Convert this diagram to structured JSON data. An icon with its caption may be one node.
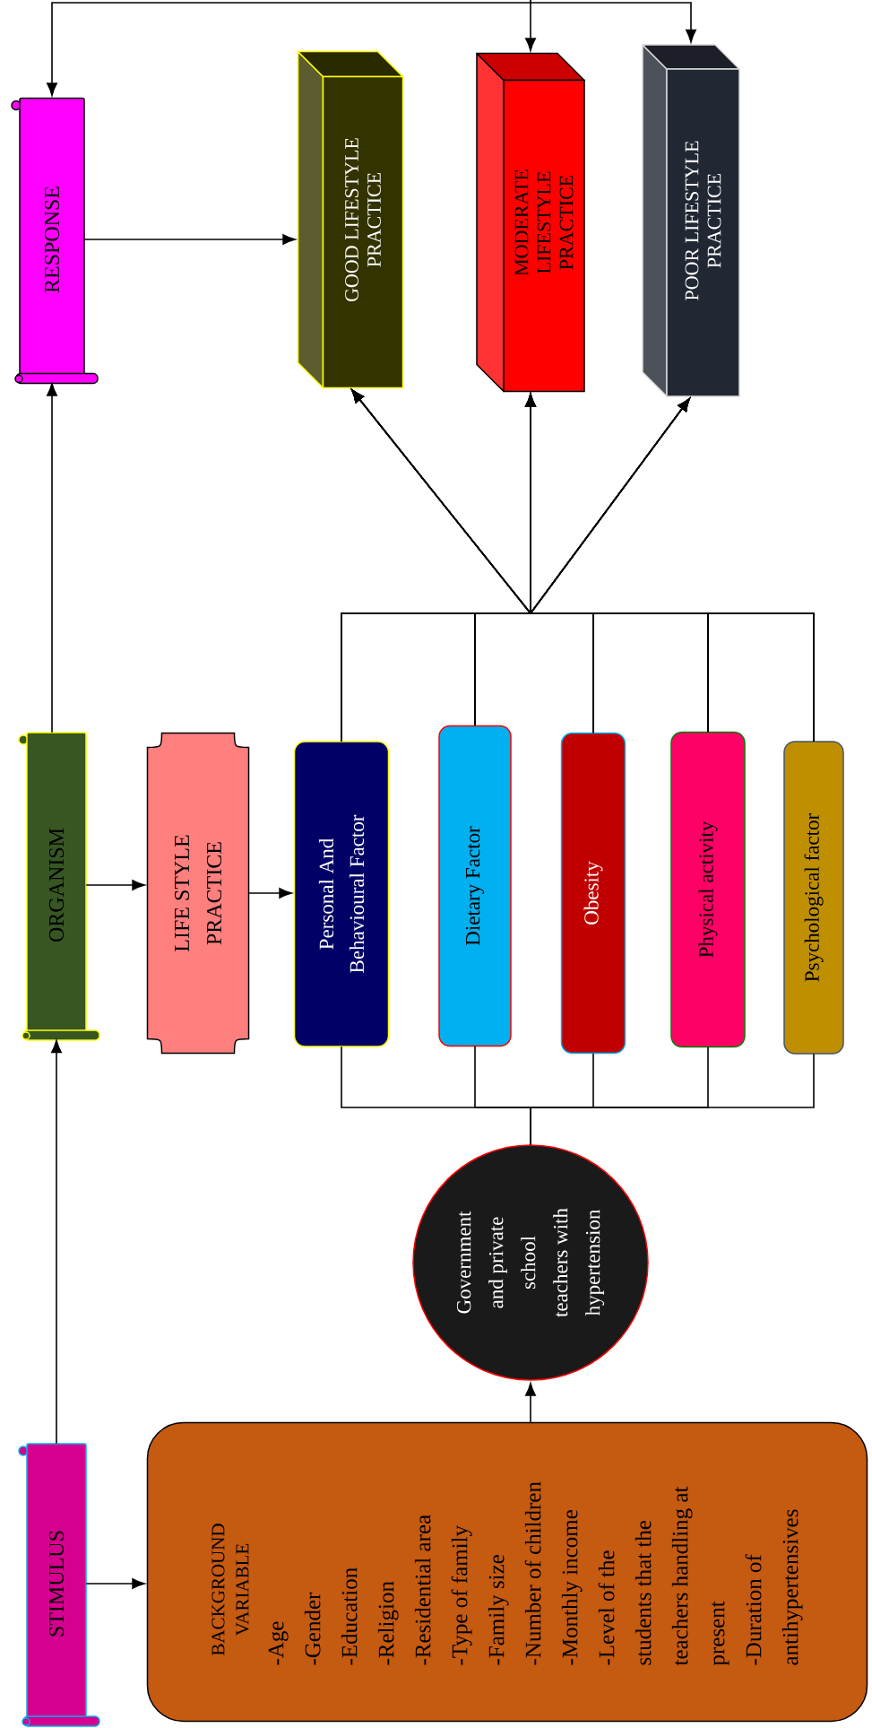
{
  "diagram": {
    "nodes": [
      {
        "text": [
          "RESPONSE"
        ]
      },
      {
        "text": [
          "GOOD LIFESTYLE PRACTICE"
        ]
      },
      {
        "text": [
          "MODERATE LIFESTYLE PRACTICE"
        ]
      },
      {
        "text": [
          "POOR LIFESTYLE PRACTICE"
        ]
      },
      {
        "text": [
          "ORGANISM"
        ]
      },
      {
        "text": [
          "LIFE STYLE PRACTICE"
        ]
      },
      {
        "text": [
          "Personal And Behavioural Factor"
        ]
      },
      {
        "text": [
          "Dietary Factor"
        ]
      },
      {
        "text": [
          "Obesity"
        ]
      },
      {
        "text": [
          "Physical activity"
        ]
      },
      {
        "text": [
          "Psychological factor"
        ]
      },
      {
        "text": [
          "Government and private school teachers with hypertension"
        ]
      },
      {
        "text": [
          "STIMULUS"
        ]
      },
      {
        "text": [
          "BACKGROUND VARIABLE",
          "-Age",
          "-Gender",
          "-Education",
          "-Religion",
          "-Residential area",
          "-Type of family",
          "-Family size",
          "-Number of children",
          "-Monthly income",
          "-Level of the students that the teachers handling at present",
          "-Duration of antihypertensives"
        ]
      }
    ],
    "edges": [
      {
        "from": null,
        "to": 0,
        "arrow": "to"
      },
      {
        "from": null,
        "to": 2,
        "arrow": "to"
      },
      {
        "from": null,
        "to": 3,
        "arrow": "to"
      },
      {
        "from": 0,
        "to": 1,
        "arrow": "to"
      },
      {
        "from": 4,
        "to": 0,
        "arrow": "to"
      },
      {
        "from": 4,
        "to": 5,
        "arrow": "to"
      },
      {
        "from": 5,
        "to": 6,
        "arrow": "to"
      },
      {
        "from": 12,
        "to": 4,
        "arrow": "to"
      },
      {
        "from": 12,
        "to": 13,
        "arrow": "to"
      },
      {
        "from": 13,
        "to": 11,
        "arrow": "to"
      },
      {
        "from": 11,
        "to": 6,
        "arrow": "none"
      },
      {
        "from": 11,
        "to": 7,
        "arrow": "none"
      },
      {
        "from": 11,
        "to": 8,
        "arrow": "none"
      },
      {
        "from": 11,
        "to": 9,
        "arrow": "none"
      },
      {
        "from": 11,
        "to": 10,
        "arrow": "none"
      },
      {
        "from": 6,
        "to": 1,
        "arrow": "to"
      },
      {
        "from": 6,
        "to": 2,
        "arrow": "to"
      },
      {
        "from": 6,
        "to": 3,
        "arrow": "to"
      },
      {
        "from": 7,
        "to": 1,
        "arrow": "to"
      },
      {
        "from": 7,
        "to": 2,
        "arrow": "to"
      },
      {
        "from": 7,
        "to": 3,
        "arrow": "to"
      },
      {
        "from": 8,
        "to": 1,
        "arrow": "to"
      },
      {
        "from": 8,
        "to": 2,
        "arrow": "to"
      },
      {
        "from": 8,
        "to": 3,
        "arrow": "to"
      },
      {
        "from": 9,
        "to": 1,
        "arrow": "to"
      },
      {
        "from": 9,
        "to": 2,
        "arrow": "to"
      },
      {
        "from": 9,
        "to": 3,
        "arrow": "to"
      },
      {
        "from": 10,
        "to": 1,
        "arrow": "to"
      },
      {
        "from": 10,
        "to": 2,
        "arrow": "to"
      },
      {
        "from": 10,
        "to": 3,
        "arrow": "to"
      }
    ]
  }
}
